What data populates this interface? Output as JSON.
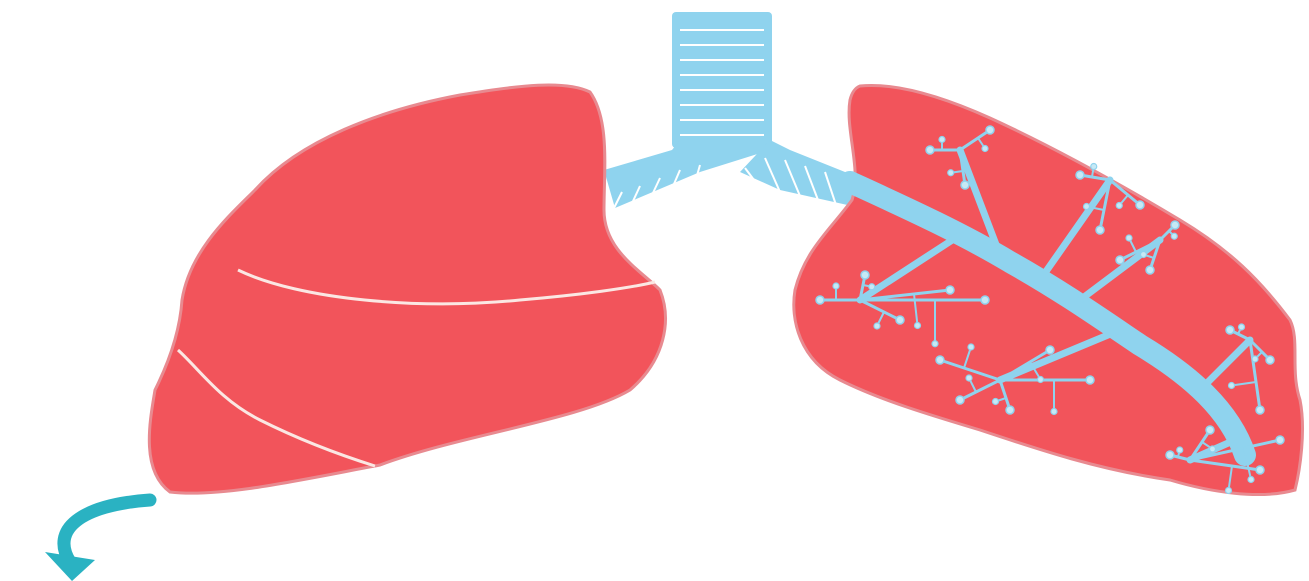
{
  "diagram": {
    "subject": "lungs",
    "colors": {
      "lung_fill": "#f2545b",
      "lung_outline": "#e88a90",
      "lobe_line": "#fbe7e3",
      "airway_fill": "#8fd3ee",
      "airway_line": "#ffffff",
      "bronchiole": "#8fd3ee",
      "alveolus": "#c7e9f5",
      "arrow": "#2ab2c2",
      "logo_text": "#2fa8d8"
    },
    "parts": [
      "trachea",
      "left-bronchus",
      "right-bronchus",
      "left-lung",
      "right-lung",
      "bronchial-tree"
    ],
    "icons": [
      "curved-arrow-icon"
    ],
    "logo_text": "",
    "bronchial_branch_count": 7
  }
}
